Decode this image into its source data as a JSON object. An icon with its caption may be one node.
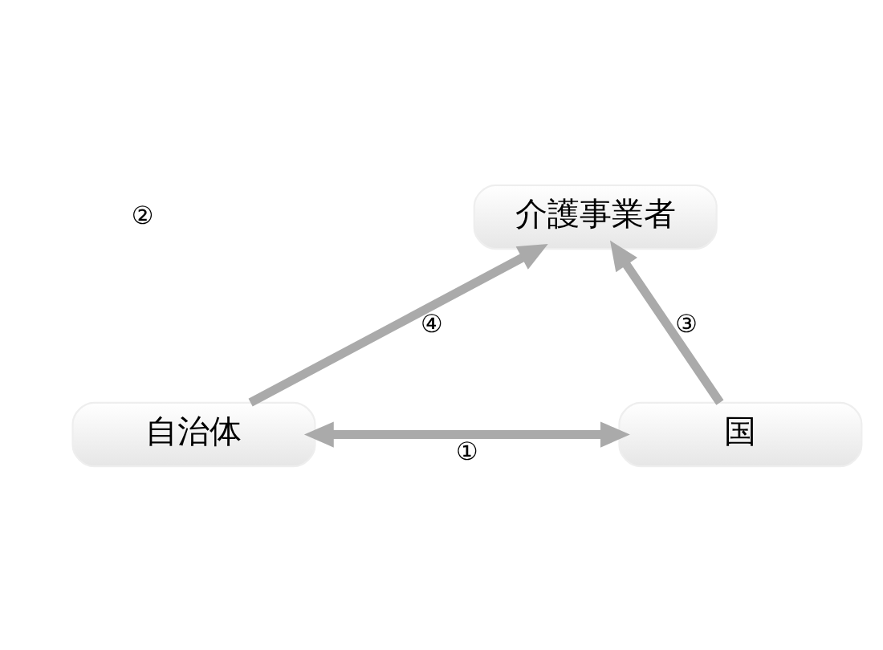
{
  "diagram": {
    "nodes": [
      {
        "text": [
          "介護事業者"
        ]
      },
      {
        "text": [
          "自治体"
        ]
      },
      {
        "text": [
          "国"
        ]
      }
    ],
    "edges": [
      {
        "from": 1,
        "to": 0,
        "arrow": "to",
        "label": "④"
      },
      {
        "from": 2,
        "to": 0,
        "arrow": "to",
        "label": "③"
      },
      {
        "from": 1,
        "to": 2,
        "arrow": "both",
        "label": "①"
      }
    ],
    "labels": [
      "②"
    ]
  }
}
